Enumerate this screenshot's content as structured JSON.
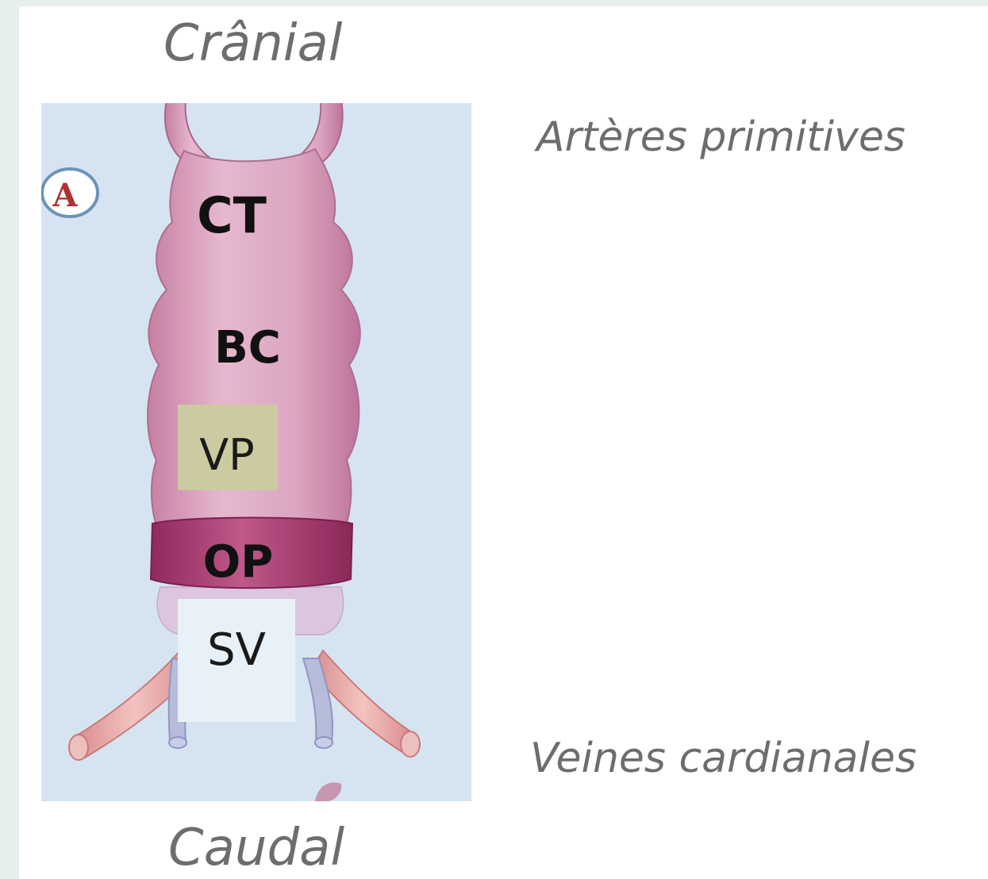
{
  "labels": {
    "cranial": "Crânial",
    "caudal": "Caudal",
    "arteres": "Artères primitives",
    "veines": "Veines cardianales"
  },
  "figure": {
    "panel_letter": "A",
    "regions": {
      "ct": "CT",
      "bc": "BC",
      "vp": "VP",
      "op": "OP",
      "sv": "SV"
    }
  },
  "colors": {
    "panel_background": "#d6e4f1",
    "heart_tube": "#d59ab8",
    "op_band": "#a43a6e",
    "vp_box": "#cbcaa0",
    "veins_pink": "#e8a9a8",
    "veins_blue": "#a8aed2"
  }
}
